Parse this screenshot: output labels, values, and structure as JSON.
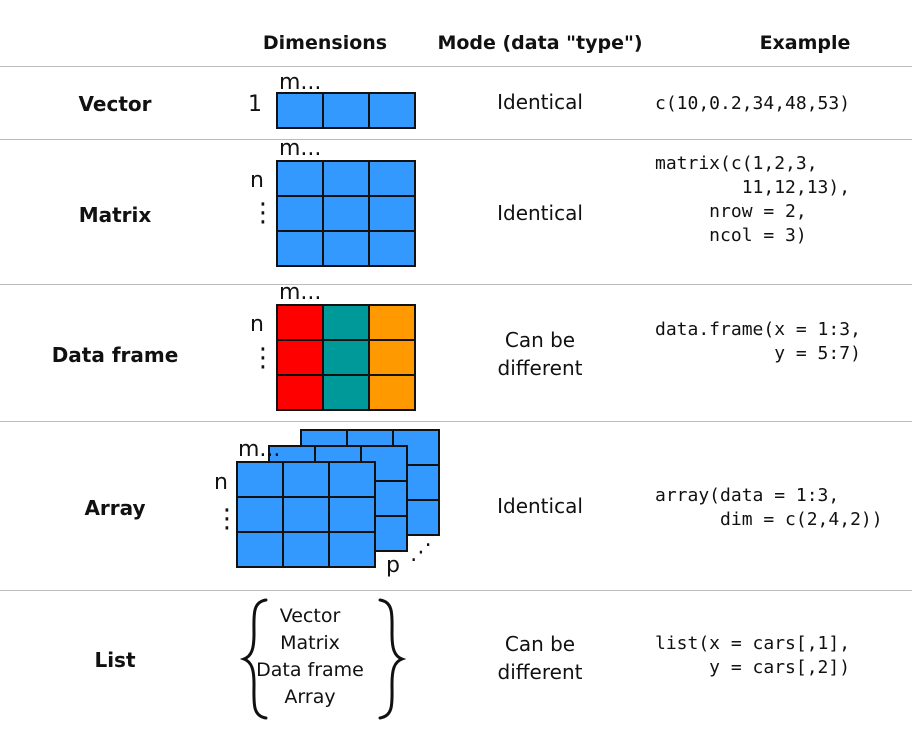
{
  "headers": {
    "dimensions": "Dimensions",
    "mode": "Mode (data \"type\")",
    "example": "Example"
  },
  "rows": [
    {
      "name": "Vector",
      "mode": [
        "Identical"
      ],
      "code": "c(10,0.2,34,48,53)"
    },
    {
      "name": "Matrix",
      "mode": [
        "Identical"
      ],
      "code": "matrix(c(1,2,3,\n        11,12,13),\n     nrow = 2,\n     ncol = 3)"
    },
    {
      "name": "Data frame",
      "mode": [
        "Can be",
        "different"
      ],
      "code": "data.frame(x = 1:3,\n           y = 5:7)"
    },
    {
      "name": "Array",
      "mode": [
        "Identical"
      ],
      "code": "array(data = 1:3,\n      dim = c(2,4,2))"
    },
    {
      "name": "List",
      "mode": [
        "Can be",
        "different"
      ],
      "code": "list(x = cars[,1],\n     y = cars[,2])"
    }
  ],
  "dim_labels": {
    "m": "m...",
    "one": "1",
    "n": "n",
    "vdots": "⋮",
    "p": "p",
    "ddots": "⋰"
  },
  "list_items": [
    "Vector",
    "Matrix",
    "Data frame",
    "Array"
  ],
  "colors": {
    "blue": "#3399ff",
    "red": "#ff0000",
    "teal": "#009999",
    "orange": "#ff9900",
    "grid": "#111111",
    "separator": "#bbbbbb"
  }
}
